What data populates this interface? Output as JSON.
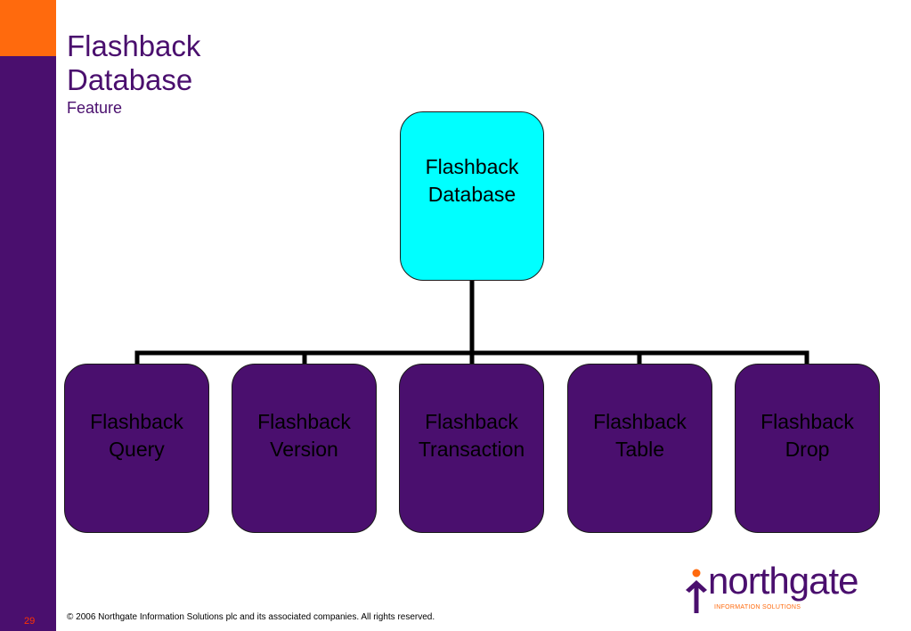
{
  "slide": {
    "title_lines": [
      "Flashback",
      "Database"
    ],
    "subtitle": "Feature",
    "page_number": "29",
    "copyright": "© 2006 Northgate Information Solutions plc and its associated companies.  All rights reserved."
  },
  "diagram": {
    "root": {
      "label": "Flashback\nDatabase"
    },
    "children": [
      {
        "label": "Flashback\nQuery"
      },
      {
        "label": "Flashback\nVersion"
      },
      {
        "label": "Flashback\nTransaction"
      },
      {
        "label": "Flashback\nTable"
      },
      {
        "label": "Flashback\nDrop"
      }
    ]
  },
  "logo": {
    "wordmark": "northgate",
    "tagline": "INFORMATION SOLUTIONS"
  },
  "colors": {
    "brand_purple": "#4a0f6e",
    "accent_orange": "#ff6a0d",
    "root_fill": "#00ffff",
    "page_number": "#ff3300"
  }
}
